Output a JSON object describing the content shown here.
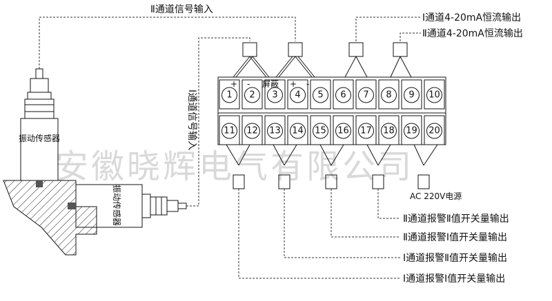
{
  "labels": {
    "ch2_input": "Ⅱ通道信号输入",
    "ch1_input": "Ⅰ通道信号输入",
    "ch1_current_out": "Ⅰ通道4-20mA恒流输出",
    "ch2_current_out": "Ⅱ通道4-20mA恒流输出",
    "shield": "屏蔽",
    "ac_power": "AC 220V电源",
    "ch2_alarm2": "Ⅱ通道报警Ⅱ值开关量输出",
    "ch2_alarm1": "Ⅱ通道报警Ⅰ值开关量输出",
    "ch1_alarm2": "Ⅰ通道报警Ⅱ值开关量输出",
    "ch1_alarm1": "Ⅰ通道报警Ⅰ值开关量输出",
    "sensor_top": "振动传感器",
    "sensor_side": "振动传感器",
    "watermark": "安徽晓辉电气有限公司",
    "plus1": "+",
    "minus1": "-",
    "plus2": "+",
    "minus2": "-"
  },
  "terminals_top": [
    "1",
    "2",
    "3",
    "4",
    "5",
    "6",
    "7",
    "8",
    "9",
    "10"
  ],
  "terminals_bottom": [
    "11",
    "12",
    "13",
    "14",
    "15",
    "16",
    "17",
    "18",
    "19",
    "20"
  ]
}
